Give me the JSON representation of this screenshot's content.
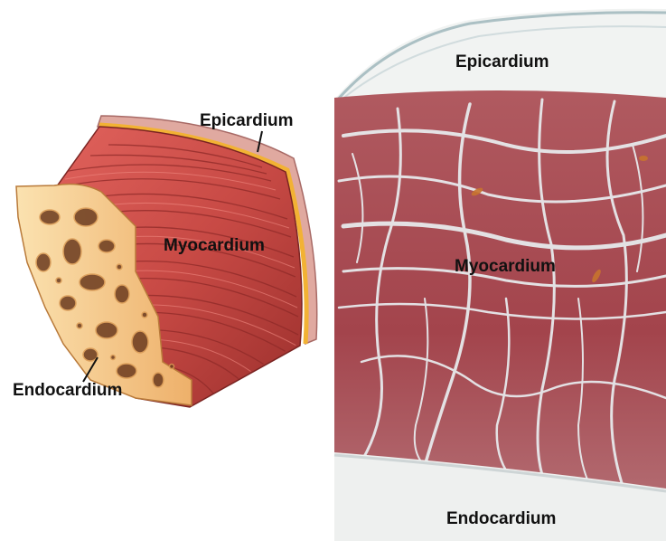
{
  "illustration": {
    "labels": {
      "epicardium": "Epicardium",
      "myocardium": "Myocardium",
      "endocardium": "Endocardium"
    }
  },
  "micrograph": {
    "labels": {
      "epicardium": "Epicardium",
      "myocardium": "Myocardium",
      "endocardium": "Endocardium"
    }
  },
  "colors": {
    "muscle": "#c84a45",
    "muscle_dark": "#8e2a28",
    "endocardium_tissue": "#f3c27e",
    "epicardium_band": "#e0a9a0",
    "fat_layer": "#f2b234",
    "stain": "#a84a52",
    "connective": "#e9eef0"
  }
}
